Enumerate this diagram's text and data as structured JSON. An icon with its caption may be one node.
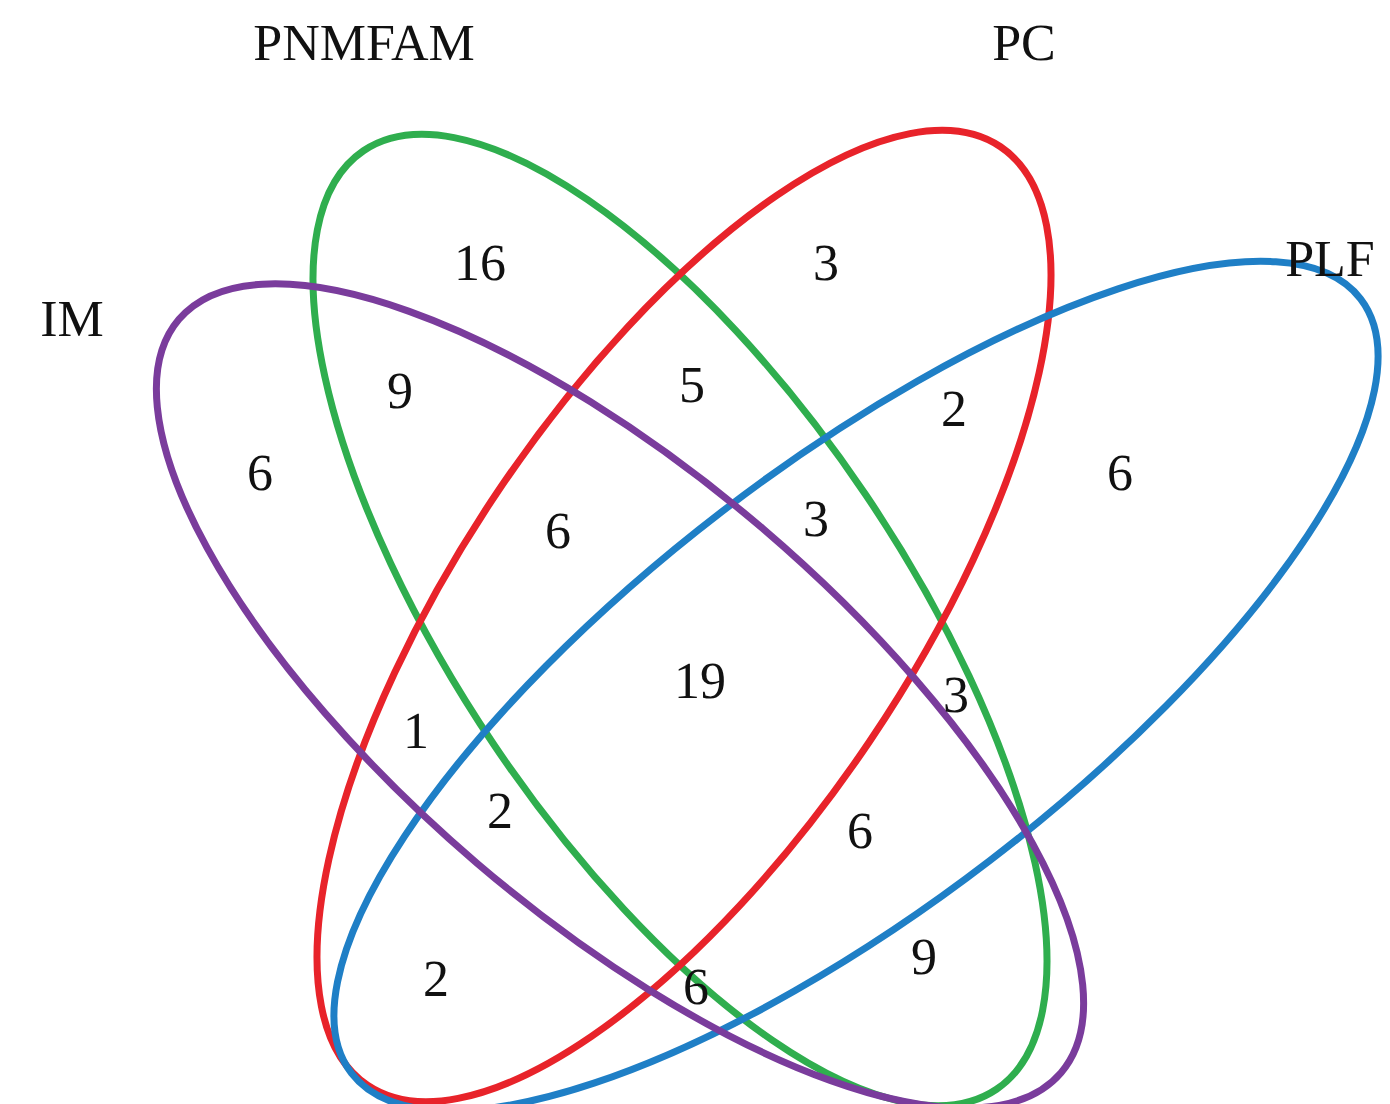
{
  "diagram": {
    "nodes": [
      {
        "text": [
          "PNMFAM"
        ]
      },
      {
        "text": [
          "PC"
        ]
      },
      {
        "text": [
          "PLF"
        ]
      },
      {
        "text": [
          "IM"
        ]
      }
    ],
    "labels": [
      "16",
      "3",
      "9",
      "5",
      "2",
      "6",
      "6",
      "6",
      "3",
      "19",
      "3",
      "1",
      "2",
      "6",
      "9",
      "2",
      "6"
    ]
  }
}
